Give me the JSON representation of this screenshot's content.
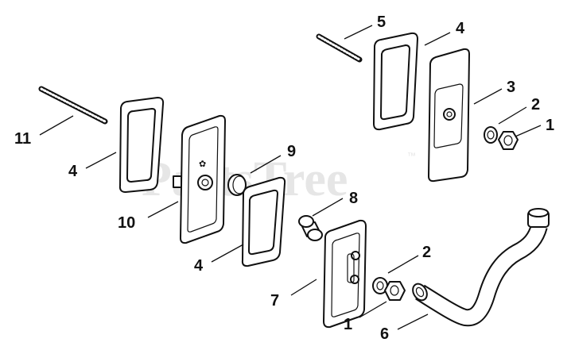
{
  "watermark": {
    "text": "PartsTree",
    "trademark": "™"
  },
  "callouts": [
    "11",
    "4",
    "10",
    "4",
    "9",
    "8",
    "5",
    "4",
    "3",
    "2",
    "1",
    "2",
    "1",
    "7",
    "6"
  ]
}
